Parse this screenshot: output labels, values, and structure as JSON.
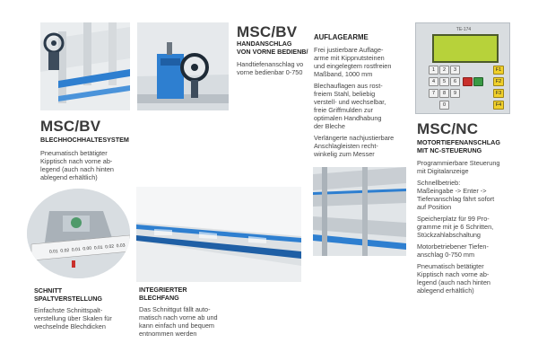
{
  "bv_holder": {
    "title": "MSC/BV",
    "subtitle": "BLECHHOCHHALTESYSTEM",
    "text": [
      "Pneumatisch betätigter",
      "Kipptisch nach vorne ab-",
      "legend (auch nach hinten",
      "ablegend erhältlich)"
    ]
  },
  "bv_stop": {
    "title": "MSC/BV",
    "subtitle_lines": [
      "HANDANSCHLAG",
      "VON VORNE BEDIENB/"
    ],
    "text": [
      "Handtiefenanschlag vo",
      "vorne bedienbar 0-750"
    ]
  },
  "support_arms": {
    "title": "AUFLAGEARME",
    "p1": [
      "Frei justierbare Auflage-",
      "arme mit Kippnutsteinen",
      "und eingelegtem rostfreien",
      "Maßband, 1000 mm"
    ],
    "p2": [
      "Blechauflagen aus rost-",
      "freiem Stahl, beliebig",
      "verstell- und wechselbar,",
      "freie Griffmulden zur",
      "optimalen Handhabung",
      "der Bleche"
    ],
    "p3": [
      "Verlängerte nachjustierbare",
      "Anschlagleisten recht-",
      "winkelig zum Messer"
    ]
  },
  "nc": {
    "title": "MSC/NC",
    "subtitle_lines": [
      "MOTORTIEFENANSCHLAG",
      "MIT NC-STEUERUNG"
    ],
    "p1": [
      "Programmierbare Steuerung",
      "mit Digitalanzeige"
    ],
    "p2": [
      "Schnellbetrieb:",
      "Maßeingabe -> Enter ->",
      "Tiefenanschlag fährt sofort",
      "auf Position"
    ],
    "p3": [
      "Speicherplatz für 99 Pro-",
      "gramme mit je 6 Schritten,",
      "Stückzahlabschaltung"
    ],
    "p4": [
      "Motorbetriebener Tiefen-",
      "anschlag 0-750 mm"
    ],
    "p5": [
      "Pneumatisch betätigter",
      "Kipptisch nach vorne ab-",
      "legend (auch nach hinten",
      "ablegend erhältlich)"
    ],
    "panel_brand": "TE-174",
    "keys": [
      "1",
      "2",
      "3",
      "4",
      "5",
      "6",
      "7",
      "8",
      "9",
      "0",
      "F1",
      "F2",
      "F3",
      "F4"
    ]
  },
  "gap_adjust": {
    "title_lines": [
      "SCHNITT",
      "SPALTVERSTELLUNG"
    ],
    "text": [
      "Einfachste Schnittspalt-",
      "verstellung über Skalen für",
      "wechselnde Blechdicken"
    ],
    "scale_labels": [
      "0.01",
      "0.02",
      "0.01",
      "0.00",
      "0.01",
      "0.02",
      "0.03"
    ]
  },
  "sheet_catcher": {
    "title_lines": [
      "INTEGRIERTER",
      "BLECHFANG"
    ],
    "text": [
      "Das Schnittgut fällt auto-",
      "matisch nach vorne ab und",
      "kann einfach und bequem",
      "entnommen werden"
    ]
  },
  "colors": {
    "blue": "#2e7fd0",
    "blue_dark": "#1f5fa5",
    "steel": "#c9ced3",
    "panel_lcd": "#b7d23a"
  }
}
